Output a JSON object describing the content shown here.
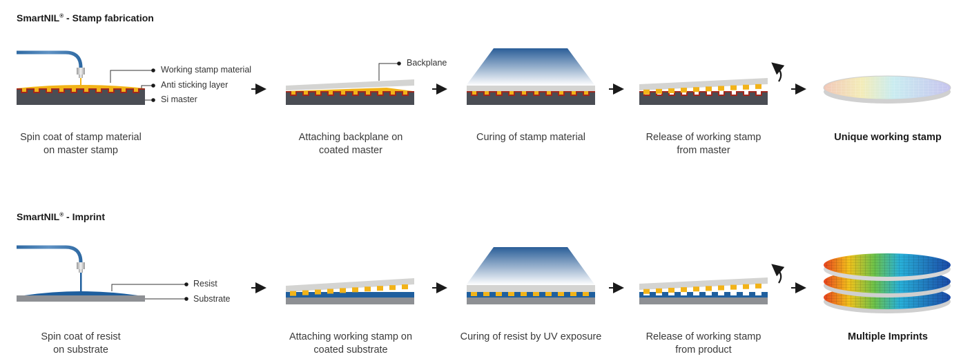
{
  "colors": {
    "si_master": "#4a4d54",
    "anti_sticking": "#a0281e",
    "stamp_material": "#f2b318",
    "backplane": "#d4d4d2",
    "resist": "#1f5f9e",
    "substrate": "#8e9094",
    "nozzle_pipe": "#2f6aa3",
    "uv_lamp": "#2a5e98",
    "arrow": "#1a1a1a"
  },
  "stamp_fabrication": {
    "title_main": "SmartNIL",
    "title_reg": "®",
    "title_rest": " - Stamp fabrication",
    "callouts": [
      "Working stamp material",
      "Anti sticking layer",
      "Si master"
    ],
    "backplane_label": "Backplane",
    "steps": [
      {
        "line1": "Spin coat of stamp material",
        "line2": "on master stamp"
      },
      {
        "line1": "Attaching backplane on",
        "line2": "coated master"
      },
      {
        "line1": "Curing of stamp material",
        "line2": ""
      },
      {
        "line1": "Release of working stamp",
        "line2": "from master"
      },
      {
        "line1": "Unique working stamp",
        "line2": ""
      }
    ]
  },
  "imprint": {
    "title_main": "SmartNIL",
    "title_reg": "®",
    "title_rest": " - Imprint",
    "callouts": [
      "Resist",
      "Substrate"
    ],
    "steps": [
      {
        "line1": "Spin coat of resist",
        "line2": "on substrate"
      },
      {
        "line1": "Attaching working stamp on",
        "line2": "coated substrate"
      },
      {
        "line1": "Curing of resist by UV exposure",
        "line2": ""
      },
      {
        "line1": "Release of working stamp",
        "line2": "from product"
      },
      {
        "line1": "Multiple Imprints",
        "line2": ""
      }
    ]
  }
}
